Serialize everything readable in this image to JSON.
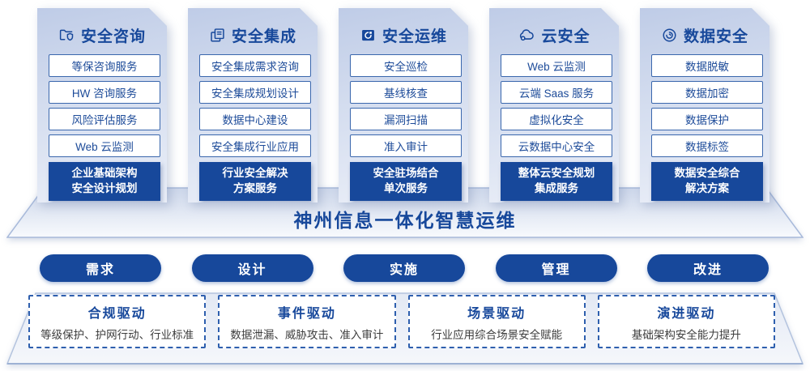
{
  "palette": {
    "primary_blue": "#17489b",
    "item_border_blue": "#3a67ad",
    "card_bg_top": "#bfcce7",
    "card_bg_bottom": "#ebeff8",
    "driver_desc_text": "#3d3d3d",
    "white": "#ffffff"
  },
  "columns": [
    {
      "icon": "folder-shield-icon",
      "title": "安全咨询",
      "items": [
        "等保咨询服务",
        "HW 咨询服务",
        "风险评估服务",
        "Web 云监测"
      ],
      "highlight": "企业基础架构\n安全设计规划"
    },
    {
      "icon": "copy-docs-icon",
      "title": "安全集成",
      "items": [
        "安全集成需求咨询",
        "安全集成规划设计",
        "数据中心建设",
        "安全集成行业应用"
      ],
      "highlight": "行业安全解决\n方案服务"
    },
    {
      "icon": "ops-folder-icon",
      "title": "安全运维",
      "items": [
        "安全巡检",
        "基线核查",
        "漏洞扫描",
        "准入审计"
      ],
      "highlight": "安全驻场结合\n单次服务"
    },
    {
      "icon": "cloud-icon",
      "title": "云安全",
      "items": [
        "Web 云监测",
        "云端 Saas 服务",
        "虚拟化安全",
        "云数据中心安全"
      ],
      "highlight": "整体云安全规划\n集成服务"
    },
    {
      "icon": "fingerprint-icon",
      "title": "数据安全",
      "items": [
        "数据脱敏",
        "数据加密",
        "数据保护",
        "数据标签"
      ],
      "highlight": "数据安全综合\n解决方案"
    }
  ],
  "banner": {
    "title": "神州信息一体化智慧运维"
  },
  "process": [
    "需求",
    "设计",
    "实施",
    "管理",
    "改进"
  ],
  "drivers": [
    {
      "title": "合规驱动",
      "desc": "等级保护、护网行动、行业标准"
    },
    {
      "title": "事件驱动",
      "desc": "数据泄漏、威胁攻击、准入审计"
    },
    {
      "title": "场景驱动",
      "desc": "行业应用综合场景安全赋能"
    },
    {
      "title": "演进驱动",
      "desc": "基础架构安全能力提升"
    }
  ]
}
